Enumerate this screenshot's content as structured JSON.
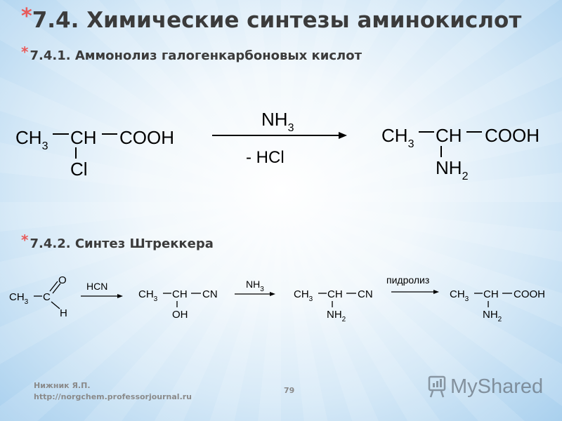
{
  "title": "7.4. Химические синтезы аминокислот",
  "section1": {
    "title": "7.4.1. Аммонолиз галогенкарбоновых кислот"
  },
  "section2": {
    "title": "7.4.2. Синтез Штреккера"
  },
  "bullet": "*",
  "reaction1": {
    "reactant": {
      "ch3": "CH",
      "sub3": "3",
      "ch": "CH",
      "cooh": "COOH",
      "cl": "Cl"
    },
    "reagent_top": {
      "nh": "NH",
      "sub3": "3"
    },
    "reagent_bottom": "- HCl",
    "product": {
      "ch3": "CH",
      "sub3": "3",
      "ch": "CH",
      "cooh": "COOH",
      "nh": "NH",
      "sub2": "2"
    }
  },
  "reaction2": {
    "aldehyde": {
      "ch3": "CH",
      "sub3": "3",
      "c": "C",
      "o": "O",
      "h": "H"
    },
    "reagent1": "HCN",
    "cyanohydrin": {
      "ch3": "CH",
      "sub3": "3",
      "ch": "CH",
      "cn": "CN",
      "oh": "OH"
    },
    "reagent2": {
      "nh": "NH",
      "sub3": "3"
    },
    "aminonitrile": {
      "ch3": "CH",
      "sub3": "3",
      "ch": "CH",
      "cn": "CN",
      "nh": "NH",
      "sub2": "2"
    },
    "reagent3": "пидролиз",
    "product": {
      "ch3": "CH",
      "sub3": "3",
      "ch": "CH",
      "cooh": "COOH",
      "nh": "NH",
      "sub2": "2"
    }
  },
  "footer": {
    "author": "Нижник Я.П.",
    "url": "http://norgchem.professorjournal.ru",
    "page": "79"
  },
  "watermark": {
    "text": "MyShared"
  }
}
